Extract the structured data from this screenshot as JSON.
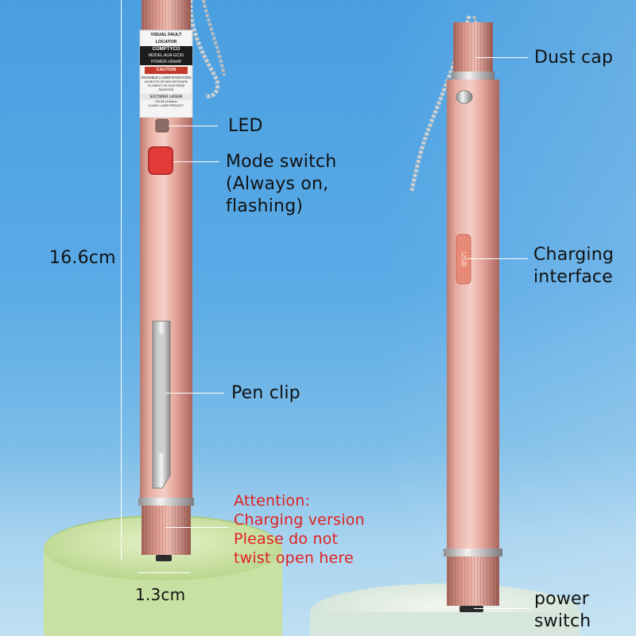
{
  "labels": {
    "dust_cap": "Dust cap",
    "led": "LED",
    "mode_switch_line1": "Mode switch",
    "mode_switch_line2": "(Always on,",
    "mode_switch_line3": "flashing)",
    "length": "16.6cm",
    "charging_line1": "Charging",
    "charging_line2": "interface",
    "pen_clip": "Pen clip",
    "attention_line1": "Attention:",
    "attention_line2": "Charging version",
    "attention_line3": "Please do not",
    "attention_line4": "twist open here",
    "diameter": "1.3cm",
    "power_line1": "power",
    "power_line2": "switch"
  },
  "product_label": {
    "line1": "VISUAL FAULT LOCATOR",
    "brand": "COMPTYCO",
    "model": "MODEL:AUA-GC50",
    "power": "POWER:>50mW",
    "caution": "CAUTION",
    "warning1": "INVISIBLE LASER RADIATION",
    "warning2": "AVOID EYE OR SKIN EXPOSURE",
    "warning3": "TO DIRECT OR SCATTERED RADIATION",
    "class1": "EXCIMER LASER",
    "class2": "PULSE at 650nm",
    "class3": "CLASS I LASER PRODUCT"
  },
  "usb_port_text": "USB",
  "colors": {
    "background_top": "#4a9fe0",
    "pen_body": "#e0a197",
    "mode_button": "#e23a36",
    "attention_text": "#e11f1f",
    "podium": "#cfe4a8"
  }
}
